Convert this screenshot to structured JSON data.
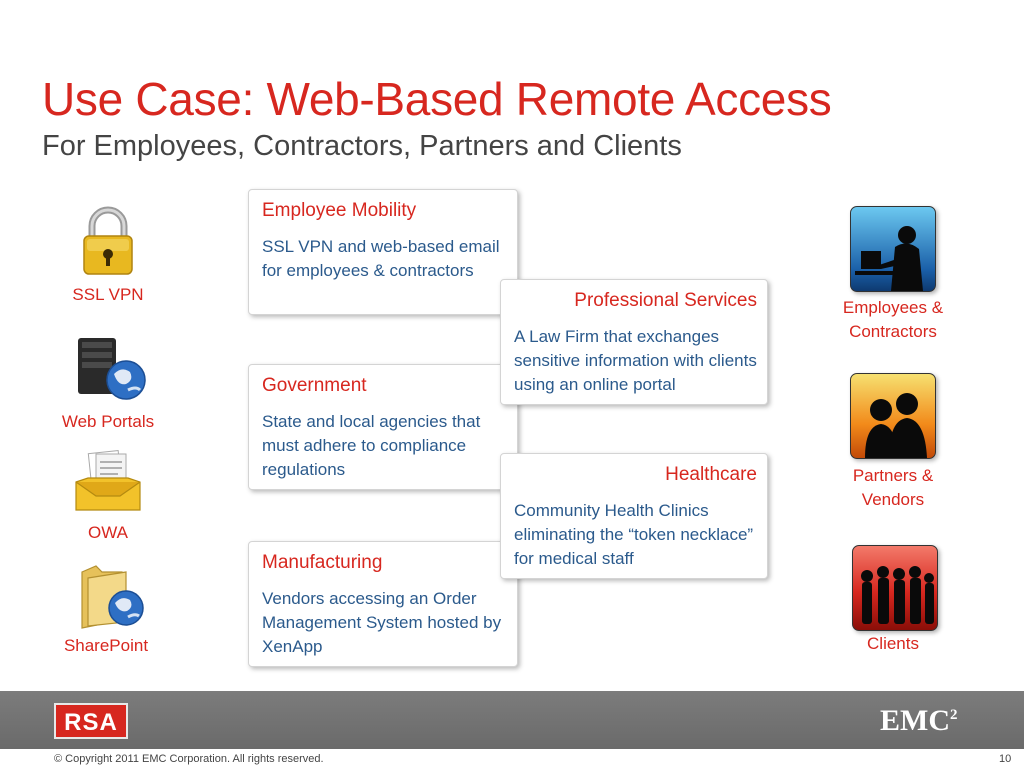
{
  "slide": {
    "title": "Use Case: Web-Based Remote Access",
    "subtitle": "For Employees, Contractors, Partners and Clients"
  },
  "left_items": [
    {
      "label": "SSL VPN",
      "icon": "padlock-icon"
    },
    {
      "label": "Web Portals",
      "icon": "server-globe-icon"
    },
    {
      "label": "OWA",
      "icon": "mail-inbox-icon"
    },
    {
      "label": "SharePoint",
      "icon": "folder-globe-icon"
    }
  ],
  "cards": [
    {
      "title": "Employee Mobility",
      "body": "SSL VPN and web-based email for employees & contractors"
    },
    {
      "title": "Professional Services",
      "body": "A Law Firm that exchanges sensitive information with clients using an online portal"
    },
    {
      "title": "Government",
      "body": "State and local agencies that must adhere to compliance regulations"
    },
    {
      "title": "Healthcare",
      "body": "Community Health Clinics eliminating the “token necklace” for medical staff"
    },
    {
      "title": "Manufacturing",
      "body": "Vendors accessing an Order Management System hosted by XenApp"
    }
  ],
  "right_items": [
    {
      "label": "Employees &\nContractors",
      "icon": "person-at-computer-icon"
    },
    {
      "label": "Partners &\nVendors",
      "icon": "two-people-icon"
    },
    {
      "label": "Clients",
      "icon": "group-of-people-icon"
    }
  ],
  "footer": {
    "rsa_logo": "RSA",
    "emc_logo": "EMC",
    "emc_superscript": "2",
    "copyright": "© Copyright 2011 EMC Corporation. All rights reserved.",
    "page_number": "10"
  },
  "colors": {
    "accent_red": "#d7271f",
    "body_blue": "#2b5a8c",
    "footer_gray": "#737373"
  }
}
